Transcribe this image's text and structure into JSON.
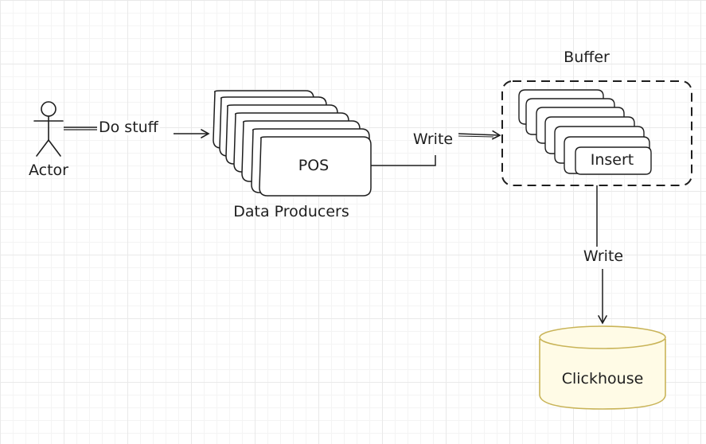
{
  "diagram": {
    "actor_label": "Actor",
    "edge_do_stuff": "Do stuff",
    "pos_label": "POS",
    "producers_label": "Data Producers",
    "edge_write_buffer": "Write",
    "buffer_label": "Buffer",
    "insert_label": "Insert",
    "edge_write_db": "Write",
    "db_label": "Clickhouse"
  },
  "colors": {
    "stroke": "#1e1e1e",
    "db_stroke": "#c9b458",
    "db_fill": "#fffbe6"
  }
}
